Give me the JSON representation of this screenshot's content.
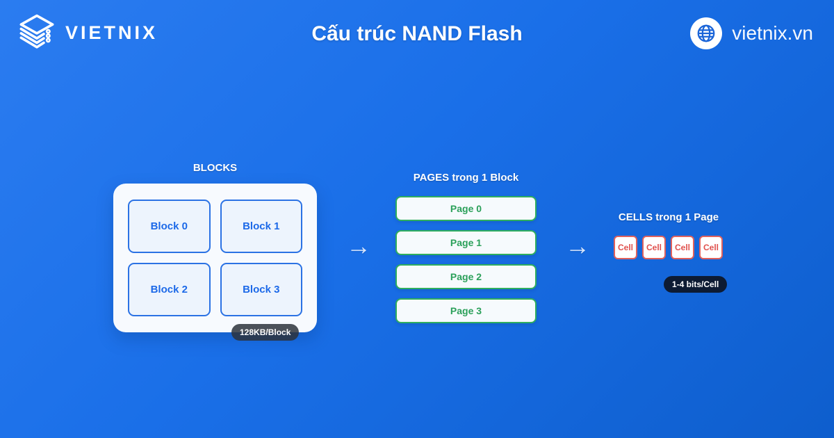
{
  "header": {
    "brand": "VIETNIX",
    "title": "Cấu trúc NAND Flash",
    "website": "vietnix.vn"
  },
  "diagram": {
    "arrow_glyph": "→",
    "blocks": {
      "heading": "BLOCKS",
      "items": [
        "Block 0",
        "Block 1",
        "Block 2",
        "Block 3"
      ],
      "badge": "128KB/Block"
    },
    "pages": {
      "heading": "PAGES trong 1 Block",
      "items": [
        "Page 0",
        "Page 1",
        "Page 2",
        "Page 3"
      ]
    },
    "cells": {
      "heading": "CELLS trong 1 Page",
      "items": [
        "Cell",
        "Cell",
        "Cell",
        "Cell"
      ],
      "badge": "1-4 bits/Cell"
    }
  },
  "colors": {
    "background_start": "#2b7cf0",
    "background_end": "#0e5ecd",
    "block_accent": "#1c69e8",
    "page_accent": "#2fae5f",
    "cell_accent": "#e0615c",
    "badge_dark": "#0d1b33",
    "badge_gray": "#2d323c"
  }
}
